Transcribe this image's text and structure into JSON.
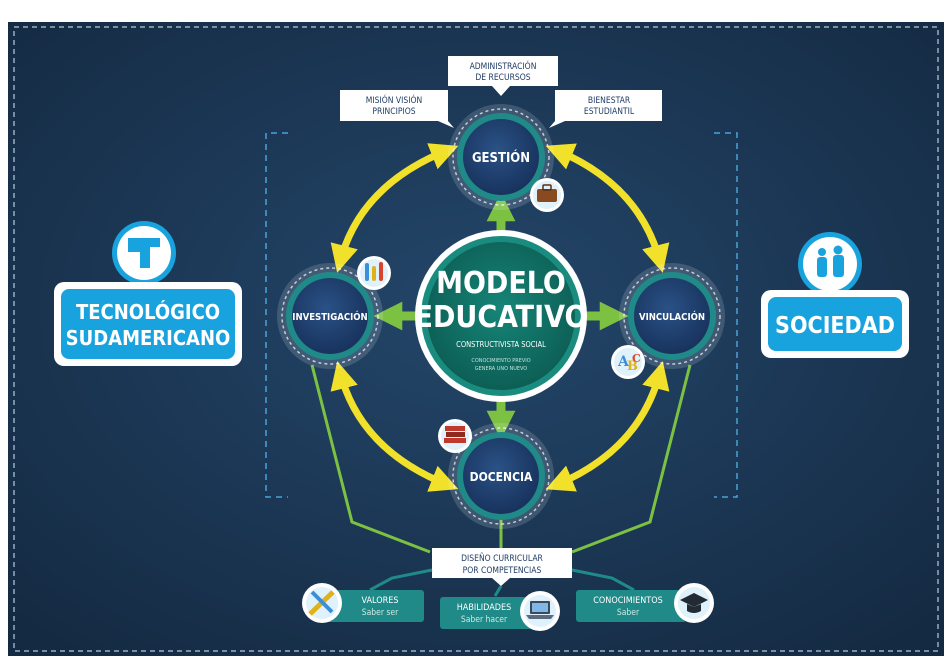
{
  "center": {
    "title_line1": "MODELO",
    "title_line2": "EDUCATIVO",
    "subtitle": "CONSTRUCTIVISTA SOCIAL",
    "note_line1": "CONOCIMIENTO PREVIO",
    "note_line2": "GENERA UNO NUEVO"
  },
  "nodes": {
    "gestion": "GESTIÓN",
    "investigacion": "INVESTIGACIÓN",
    "vinculacion": "VINCULACIÓN",
    "docencia": "DOCENCIA"
  },
  "callouts": {
    "admin_line1": "ADMINISTRACIÓN",
    "admin_line2": "DE RECURSOS",
    "mision_line1": "MISIÓN   VISIÓN",
    "mision_line2": "PRINCIPIOS",
    "bienestar_line1": "BIENESTAR",
    "bienestar_line2": "ESTUDIANTIL"
  },
  "left_badge": {
    "line1": "TECNOLÓGICO",
    "line2": "SUDAMERICANO"
  },
  "right_badge": {
    "label": "SOCIEDAD"
  },
  "curriculum": {
    "line1": "DISEÑO CURRICULAR",
    "line2": "POR COMPETENCIAS",
    "valores_title": "VALORES",
    "valores_sub": "Saber ser",
    "habilidades_title": "HABILIDADES",
    "habilidades_sub": "Saber hacer",
    "conocimientos_title": "CONOCIMIENTOS",
    "conocimientos_sub": "Saber"
  },
  "colors": {
    "background": "#1b3450",
    "node_fill": "#1f3c66",
    "ring_teal": "#1f8a88",
    "green_arrow": "#7cc142",
    "yellow_arrow": "#f2e12a",
    "badge_blue": "#19a3de",
    "center_fill": "#0f6d63"
  }
}
